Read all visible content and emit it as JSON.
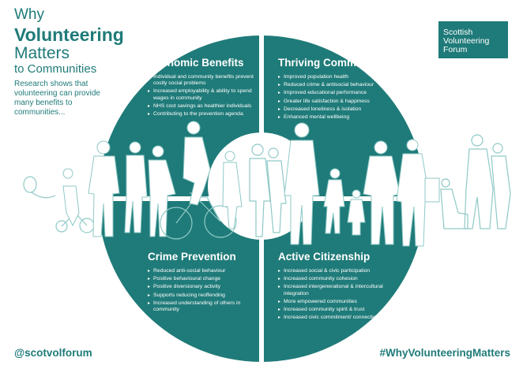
{
  "header": {
    "title_line1": "Why",
    "title_line2": "Volunteering",
    "title_line3": "Matters",
    "title_line4": "to Communities",
    "intro": "Research shows that volunteering can provide many benefits to communities..."
  },
  "logo": {
    "line1": "Scottish",
    "line2": "Volunteering",
    "line3": "Forum"
  },
  "quadrants": {
    "economic": {
      "title": "Economic Benefits",
      "items": [
        "Individual and community benefits prevent costly social problems",
        "Increased employability & ability to spend wages in community",
        "NHS cost savings as healthier individuals",
        "Contributing to the prevention agenda"
      ]
    },
    "thriving": {
      "title": "Thriving Communities",
      "items": [
        "Improved population health",
        "Reduced crime & antisocial behaviour",
        "Improved educational performance",
        "Greater life satisfaction & happiness",
        "Decreased loneliness & isolation",
        "Enhanced mental wellbeing"
      ]
    },
    "crime": {
      "title": "Crime Prevention",
      "items": [
        "Reduced anti-social behaviour",
        "Positive behavioural change",
        "Positive diversionary activity",
        "Supports reducing reoffending",
        "Increased understanding of others in community"
      ]
    },
    "citizenship": {
      "title": "Active Citizenship",
      "items": [
        "Increased social & civic participation",
        "Increased community cohesion",
        "Increased intergenerational & intercultural integration",
        "More empowered communities",
        "Increased community spirit & trust",
        "Increased civic commitment/ connection"
      ]
    }
  },
  "footer": {
    "handle": "@scotvolforum",
    "hashtag": "#WhyVolunteeringMatters"
  },
  "colors": {
    "teal": "#1f7b79",
    "figure_outline": "#8fc9c6",
    "background": "#ffffff"
  },
  "icons": [
    "people-silhouettes",
    "bicycle-icon",
    "balloon-icon",
    "tricycle-icon"
  ]
}
